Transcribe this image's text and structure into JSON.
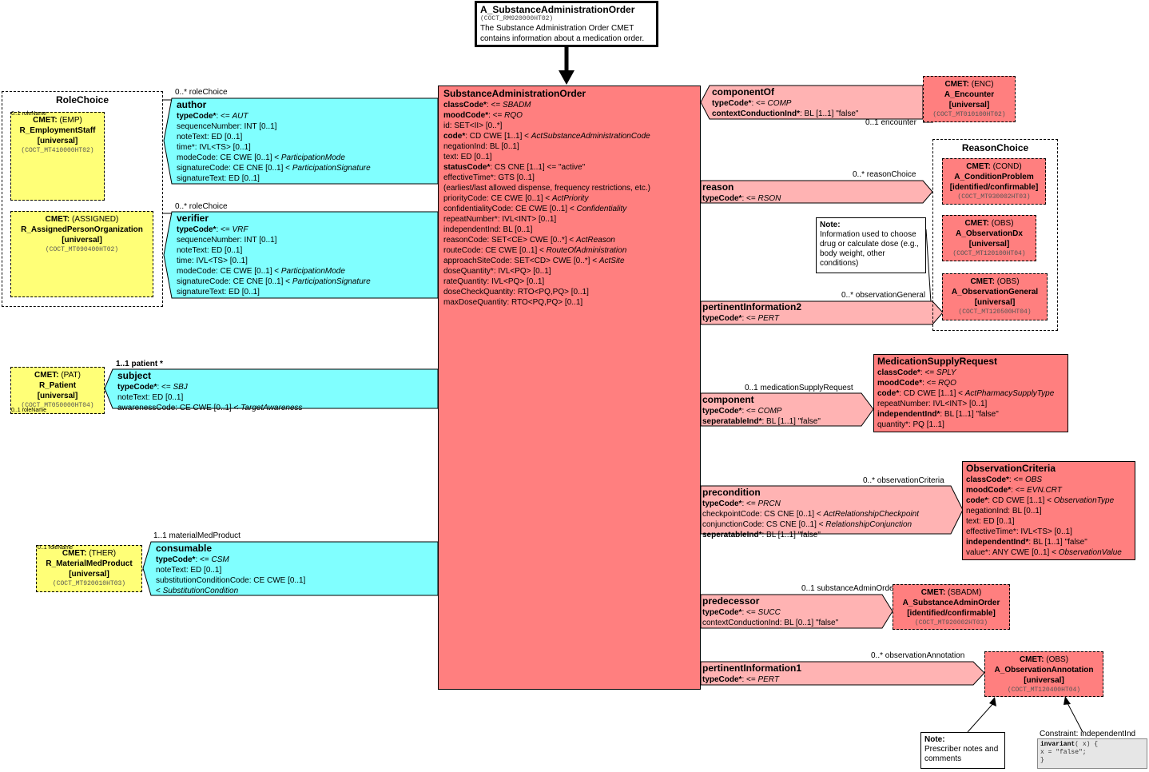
{
  "entry": {
    "title": "A_SubstanceAdministrationOrder",
    "code": "(COCT_RM920000HT02)",
    "desc1": "The Substance Administration Order CMET",
    "desc2": "contains information about a medication order."
  },
  "main": {
    "title": "SubstanceAdministrationOrder",
    "attrs": [
      {
        "name": "classCode*",
        "bold": true,
        "rest": ": <= ",
        "italic": "SBADM"
      },
      {
        "name": "moodCode*",
        "bold": true,
        "rest": ": <= ",
        "italic": "RQO"
      },
      {
        "name": "id",
        "bold": false,
        "rest": ": SET<II> [0..*]",
        "italic": ""
      },
      {
        "name": "code*",
        "bold": true,
        "rest": ": CD CWE [1..1] < ",
        "italic": "ActSubstanceAdministrationCode"
      },
      {
        "name": "negationInd",
        "bold": false,
        "rest": ": BL [0..1]",
        "italic": ""
      },
      {
        "name": "text",
        "bold": false,
        "rest": ": ED [0..1]",
        "italic": ""
      },
      {
        "name": "statusCode*",
        "bold": true,
        "rest": ": CS CNE [1..1] <= \"active\"",
        "italic": ""
      },
      {
        "name": "effectiveTime*",
        "bold": false,
        "rest": ": GTS [0..1]",
        "italic": ""
      },
      {
        "name": "",
        "bold": false,
        "rest": " (earliest/last allowed dispense, frequency restrictions, etc.)",
        "italic": ""
      },
      {
        "name": "priorityCode",
        "bold": false,
        "rest": ": CE CWE [0..1] < ",
        "italic": "ActPriority"
      },
      {
        "name": "confidentialityCode",
        "bold": false,
        "rest": ": CE CWE [0..1] < ",
        "italic": "Confidentiality"
      },
      {
        "name": "repeatNumber*",
        "bold": false,
        "rest": ": IVL<INT> [0..1]",
        "italic": ""
      },
      {
        "name": "independentInd",
        "bold": false,
        "rest": ": BL [0..1]",
        "italic": ""
      },
      {
        "name": "reasonCode",
        "bold": false,
        "rest": ": SET<CE> CWE [0..*] < ",
        "italic": "ActReason"
      },
      {
        "name": "routeCode",
        "bold": false,
        "rest": ": CE CWE [0..1] < ",
        "italic": "RouteOfAdministration"
      },
      {
        "name": "approachSiteCode",
        "bold": false,
        "rest": ": SET<CD> CWE [0..*] < ",
        "italic": "ActSite"
      },
      {
        "name": "doseQuantity*",
        "bold": false,
        "rest": ": IVL<PQ> [0..1]",
        "italic": ""
      },
      {
        "name": "rateQuantity",
        "bold": false,
        "rest": ": IVL<PQ> [0..1]",
        "italic": ""
      },
      {
        "name": "doseCheckQuantity",
        "bold": false,
        "rest": ": RTO<PQ,PQ> [0..1]",
        "italic": ""
      },
      {
        "name": "maxDoseQuantity",
        "bold": false,
        "rest": ": RTO<PQ,PQ> [0..1]",
        "italic": ""
      }
    ]
  },
  "role_choice": {
    "title": "RoleChoice",
    "emp": {
      "l1": "CMET:",
      "l1b": " (EMP)",
      "l2": "R_EmploymentStaff",
      "l3": "[universal]",
      "code": "(COCT_MT410000HT02)",
      "rolename": "0..1 roleName"
    },
    "assigned": {
      "l1": "CMET:",
      "l1b": " (ASSIGNED)",
      "l2": "R_AssignedPersonOrganization",
      "l3": "[universal]",
      "code": "(COCT_MT090400HT02)"
    }
  },
  "author": {
    "label": "0..* roleChoice",
    "title": "author",
    "attrs": [
      {
        "name": "typeCode*",
        "bold": true,
        "rest": ": <= ",
        "italic": "AUT"
      },
      {
        "name": "sequenceNumber",
        "bold": false,
        "rest": ": INT [0..1]",
        "italic": ""
      },
      {
        "name": "noteText",
        "bold": false,
        "rest": ": ED [0..1]",
        "italic": ""
      },
      {
        "name": "time*",
        "bold": false,
        "rest": ": IVL<TS> [0..1]",
        "italic": ""
      },
      {
        "name": "modeCode",
        "bold": false,
        "rest": ": CE CWE [0..1] < ",
        "italic": "ParticipationMode"
      },
      {
        "name": "signatureCode",
        "bold": false,
        "rest": ": CE CNE [0..1] < ",
        "italic": "ParticipationSignature"
      },
      {
        "name": "signatureText",
        "bold": false,
        "rest": ": ED [0..1]",
        "italic": ""
      }
    ]
  },
  "verifier": {
    "label": "0..* roleChoice",
    "title": "verifier",
    "attrs": [
      {
        "name": "typeCode*",
        "bold": true,
        "rest": ": <= ",
        "italic": "VRF"
      },
      {
        "name": "sequenceNumber",
        "bold": false,
        "rest": ": INT [0..1]",
        "italic": ""
      },
      {
        "name": "noteText",
        "bold": false,
        "rest": ": ED [0..1]",
        "italic": ""
      },
      {
        "name": "time",
        "bold": false,
        "rest": ": IVL<TS> [0..1]",
        "italic": ""
      },
      {
        "name": "modeCode",
        "bold": false,
        "rest": ": CE CWE [0..1] < ",
        "italic": "ParticipationMode"
      },
      {
        "name": "signatureCode",
        "bold": false,
        "rest": ": CE CNE [0..1] < ",
        "italic": "ParticipationSignature"
      },
      {
        "name": "signatureText",
        "bold": false,
        "rest": ": ED [0..1]",
        "italic": ""
      }
    ]
  },
  "patient": {
    "l1": "CMET:",
    "l1b": " (PAT)",
    "l2": "R_Patient",
    "l3": "[universal]",
    "code": "(COCT_MT050000HT04)",
    "rolename": "0..1 roleName"
  },
  "subject": {
    "label": "1..1 patient  *",
    "title": "subject",
    "attrs": [
      {
        "name": "typeCode*",
        "bold": true,
        "rest": ": <= ",
        "italic": "SBJ"
      },
      {
        "name": "noteText",
        "bold": false,
        "rest": ": ED [0..1]",
        "italic": ""
      },
      {
        "name": "awarenessCode",
        "bold": false,
        "rest": ": CE CWE [0..1] < ",
        "italic": "TargetAwareness"
      }
    ]
  },
  "med_product": {
    "l1": "CMET:",
    "l1b": " (THER)",
    "l2": "R_MaterialMedProduct",
    "l3": "[universal]",
    "code": "(COCT_MT920010HT03)",
    "rolename": "0..1 roleName"
  },
  "consumable": {
    "label": "1..1 materialMedProduct",
    "title": "consumable",
    "attrs": [
      {
        "name": "typeCode*",
        "bold": true,
        "rest": ": <= ",
        "italic": "CSM"
      },
      {
        "name": "noteText",
        "bold": false,
        "rest": ": ED [0..1]",
        "italic": ""
      },
      {
        "name": "substitutionConditionCode",
        "bold": false,
        "rest": ": CE CWE [0..1]",
        "italic": ""
      },
      {
        "name": "",
        "bold": false,
        "rest": " < ",
        "italic": "SubstitutionCondition"
      }
    ]
  },
  "component_of": {
    "label": "0..1 encounter",
    "title": "componentOf",
    "attrs": [
      {
        "name": "typeCode*",
        "bold": true,
        "rest": ": <= ",
        "italic": "COMP"
      },
      {
        "name": "contextConductionInd*",
        "bold": true,
        "rest": ": BL [1..1] \"false\"",
        "italic": ""
      }
    ]
  },
  "encounter": {
    "l1": "CMET:",
    "l1b": " (ENC)",
    "l2": "A_Encounter",
    "l3": "[universal]",
    "code": "(COCT_MT010100HT02)"
  },
  "reason": {
    "label": "0..* reasonChoice",
    "title": "reason",
    "attrs": [
      {
        "name": "typeCode*",
        "bold": true,
        "rest": ": <= ",
        "italic": "RSON"
      }
    ]
  },
  "reason_choice": {
    "title": "ReasonChoice",
    "cond": {
      "l1": "CMET:",
      "l1b": " (COND)",
      "l2": "A_ConditionProblem",
      "l3": "[identified/confirmable]",
      "code": "(COCT_MT930002HT03)"
    },
    "obsdx": {
      "l1": "CMET:",
      "l1b": " (OBS)",
      "l2": "A_ObservationDx",
      "l3": "[universal]",
      "code": "(COCT_MT120100HT04)"
    },
    "obsgen": {
      "l1": "CMET:",
      "l1b": " (OBS)",
      "l2": "A_ObservationGeneral",
      "l3": "[universal]",
      "code": "(COCT_MT120500HT04)"
    }
  },
  "note_dose": {
    "label": "Note:",
    "lines": [
      "Information used to choose",
      "drug or calculate dose (e.g.,",
      "body weight, other",
      "conditions)"
    ]
  },
  "pertinent2": {
    "label": "0..* observationGeneral",
    "title": "pertinentInformation2",
    "attrs": [
      {
        "name": "typeCode*",
        "bold": true,
        "rest": ": <= ",
        "italic": "PERT"
      }
    ]
  },
  "component": {
    "label": "0..1 medicationSupplyRequest",
    "title": "component",
    "attrs": [
      {
        "name": "typeCode*",
        "bold": true,
        "rest": ": <= ",
        "italic": "COMP"
      },
      {
        "name": "seperatableInd*",
        "bold": true,
        "rest": ": BL [1..1] \"false\"",
        "italic": ""
      }
    ]
  },
  "supply_request": {
    "title": "MedicationSupplyRequest",
    "attrs": [
      {
        "name": "classCode*",
        "bold": true,
        "rest": ": <= ",
        "italic": "SPLY"
      },
      {
        "name": "moodCode*",
        "bold": true,
        "rest": ": <= ",
        "italic": "RQO"
      },
      {
        "name": "code*",
        "bold": true,
        "rest": ": CD CWE [1..1] < ",
        "italic": "ActPharmacySupplyType"
      },
      {
        "name": "repeatNumber",
        "bold": false,
        "rest": ": IVL<INT> [0..1]",
        "italic": ""
      },
      {
        "name": "independentInd*",
        "bold": true,
        "rest": ": BL [1..1] \"false\"",
        "italic": ""
      },
      {
        "name": "quantity*",
        "bold": false,
        "rest": ": PQ [1..1]",
        "italic": ""
      }
    ]
  },
  "precondition": {
    "label": "0..* observationCriteria",
    "title": "precondition",
    "attrs": [
      {
        "name": "typeCode*",
        "bold": true,
        "rest": ": <= ",
        "italic": "PRCN"
      },
      {
        "name": "checkpointCode",
        "bold": false,
        "rest": ": CS CNE [0..1] < ",
        "italic": "ActRelationshipCheckpoint"
      },
      {
        "name": "conjunctionCode",
        "bold": false,
        "rest": ": CS CNE [0..1] < ",
        "italic": "RelationshipConjunction"
      },
      {
        "name": "seperatableInd*",
        "bold": true,
        "rest": ": BL [1..1] \"false\"",
        "italic": ""
      }
    ]
  },
  "observation_criteria": {
    "title": "ObservationCriteria",
    "attrs": [
      {
        "name": "classCode*",
        "bold": true,
        "rest": ": <= ",
        "italic": "OBS"
      },
      {
        "name": "moodCode*",
        "bold": true,
        "rest": ": <= ",
        "italic": "EVN.CRT"
      },
      {
        "name": "code*",
        "bold": true,
        "rest": ": CD CWE [1..1] < ",
        "italic": "ObservationType"
      },
      {
        "name": "negationInd",
        "bold": false,
        "rest": ": BL [0..1]",
        "italic": ""
      },
      {
        "name": "text",
        "bold": false,
        "rest": ": ED [0..1]",
        "italic": ""
      },
      {
        "name": "effectiveTime*",
        "bold": false,
        "rest": ": IVL<TS> [0..1]",
        "italic": ""
      },
      {
        "name": "independentInd*",
        "bold": true,
        "rest": ": BL [1..1] \"false\"",
        "italic": ""
      },
      {
        "name": "value*",
        "bold": false,
        "rest": ": ANY CWE [0..1] < ",
        "italic": "ObservationValue"
      }
    ]
  },
  "predecessor": {
    "label": "0..1 substanceAdminOrder",
    "title": "predecessor",
    "attrs": [
      {
        "name": "typeCode*",
        "bold": true,
        "rest": ": <= ",
        "italic": "SUCC"
      },
      {
        "name": "contextConductionInd",
        "bold": false,
        "rest": ": BL [0..1] \"false\"",
        "italic": ""
      }
    ]
  },
  "sbadm": {
    "l1": "CMET:",
    "l1b": " (SBADM)",
    "l2": "A_SubstanceAdminOrder",
    "l3": "[identified/confirmable]",
    "code": "(COCT_MT920002HT03)"
  },
  "pertinent1": {
    "label": "0..* observationAnnotation",
    "title": "pertinentInformation1",
    "attrs": [
      {
        "name": "typeCode*",
        "bold": true,
        "rest": ": <= ",
        "italic": "PERT"
      }
    ]
  },
  "annotation": {
    "l1": "CMET:",
    "l1b": " (OBS)",
    "l2": "A_ObservationAnnotation",
    "l3": "[universal]",
    "code": "(COCT_MT120400HT04)"
  },
  "note_prescriber": {
    "label": "Note:",
    "lines": [
      "Prescriber notes and",
      "comments"
    ]
  },
  "constraint": {
    "label": "Constraint: independentInd",
    "code_kw": "invariant",
    "code_1": "( x) {",
    "code_2": "  x = \"false\";",
    "code_3": "}"
  },
  "colors": {
    "act": "#ff7f7f",
    "act_rel": "#ffb3b3",
    "participation": "#80ffff",
    "role": "#ffff77"
  }
}
